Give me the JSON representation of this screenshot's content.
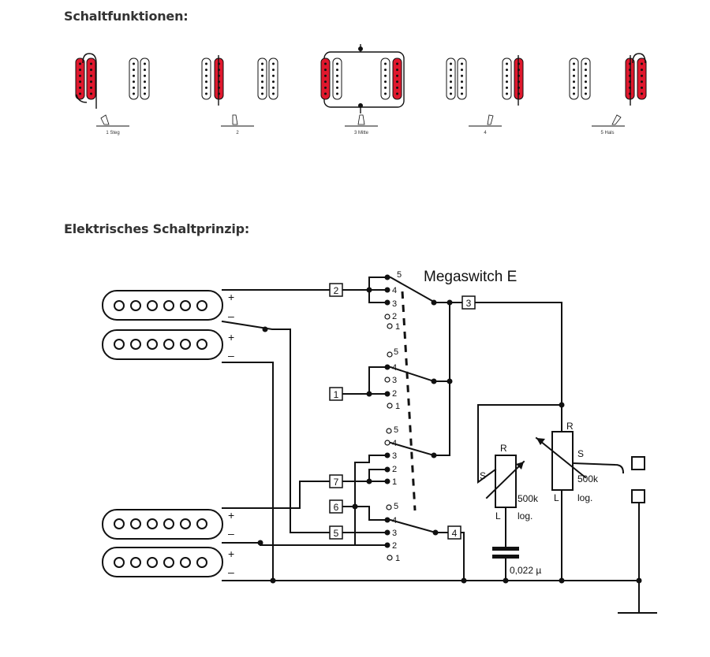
{
  "headings": {
    "switch_functions": "Schaltfunktionen:",
    "circuit_principle": "Elektrisches Schaltprinzip:"
  },
  "positions": [
    {
      "label": "1 Steg"
    },
    {
      "label": "2"
    },
    {
      "label": "3 Mitte"
    },
    {
      "label": "4"
    },
    {
      "label": "5 Hals"
    }
  ],
  "colors": {
    "active_coil": "#e0182d",
    "inactive_coil": "#ffffff",
    "line": "#111111"
  },
  "circuit": {
    "switch_title": "Megaswitch E",
    "terminals": [
      "1",
      "2",
      "3",
      "4",
      "5",
      "6",
      "7"
    ],
    "poles": [
      [
        "5",
        "4",
        "3",
        "2",
        "1"
      ],
      [
        "5",
        "4",
        "3",
        "2",
        "1"
      ],
      [
        "5",
        "4",
        "3",
        "2",
        "1"
      ],
      [
        "5",
        "4",
        "3",
        "2",
        "1"
      ]
    ],
    "plus": "+",
    "minus": "–",
    "pot_wiper": "S",
    "pot_right": "R",
    "pot_left": "L",
    "pot_tone_value": "500k",
    "pot_tone_taper": "log.",
    "pot_vol_value": "500k",
    "pot_vol_taper": "log.",
    "cap_value": "0,022 µ"
  }
}
